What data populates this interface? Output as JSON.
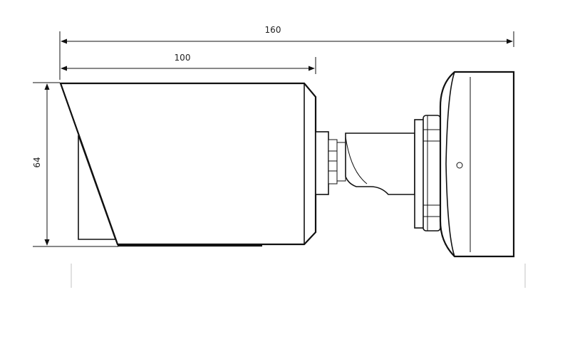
{
  "drawing": {
    "colors": {
      "line": "#111111",
      "background": "#ffffff",
      "text": "#222222"
    },
    "dimensions": {
      "overall_length": "160",
      "housing_length": "100",
      "height": "64"
    }
  }
}
